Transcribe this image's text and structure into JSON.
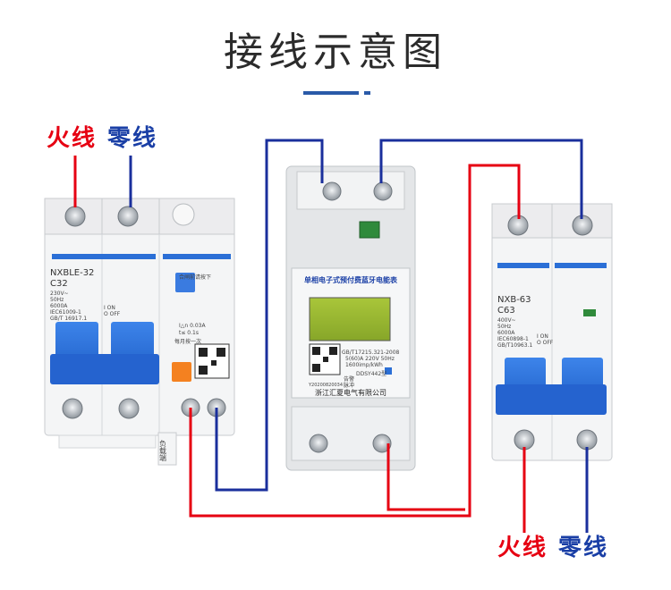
{
  "title": "接线示意图",
  "left_labels": {
    "live": "火线",
    "neutral": "零线"
  },
  "right_labels": {
    "live": "火线",
    "neutral": "零线"
  },
  "colors": {
    "live_wire": "#e60012",
    "neutral_wire": "#1a2f9c",
    "accent_blue": "#2b6fd6",
    "title_bar": "#2a5aa8"
  },
  "breaker_left": {
    "model": "NXBLE-32",
    "rating": "C32",
    "spec_lines": [
      "230V~",
      "50Hz",
      "6000A",
      "IEC61009-1",
      "GB/T 16917.1"
    ],
    "side_text": [
      "I ON",
      "O OFF"
    ],
    "test_text": "合闸前请按下",
    "press_text": "每月按一次",
    "spec2_lines": [
      "I△n 0.03A",
      "t≤ 0.1s"
    ],
    "load_label": "负载端"
  },
  "meter": {
    "title": "单相电子式预付费蓝牙电能表",
    "standard": "GB/T17215.321-2008",
    "spec_line": "5(60)A  220V  50Hz",
    "imp_line": "1600imp/kWh",
    "model": "DDSY442型",
    "alarm_label": "告警",
    "pulse_label": "脉冲",
    "manufacturer": "浙江汇夏电气有限公司",
    "serial": "Y20200820034"
  },
  "breaker_right": {
    "model": "NXB-63",
    "rating": "C63",
    "spec_lines": [
      "400V~",
      "50Hz",
      "6000A",
      "IEC60898-1",
      "GB/T10963.1"
    ],
    "side_text": [
      "I ON",
      "O OFF"
    ]
  }
}
